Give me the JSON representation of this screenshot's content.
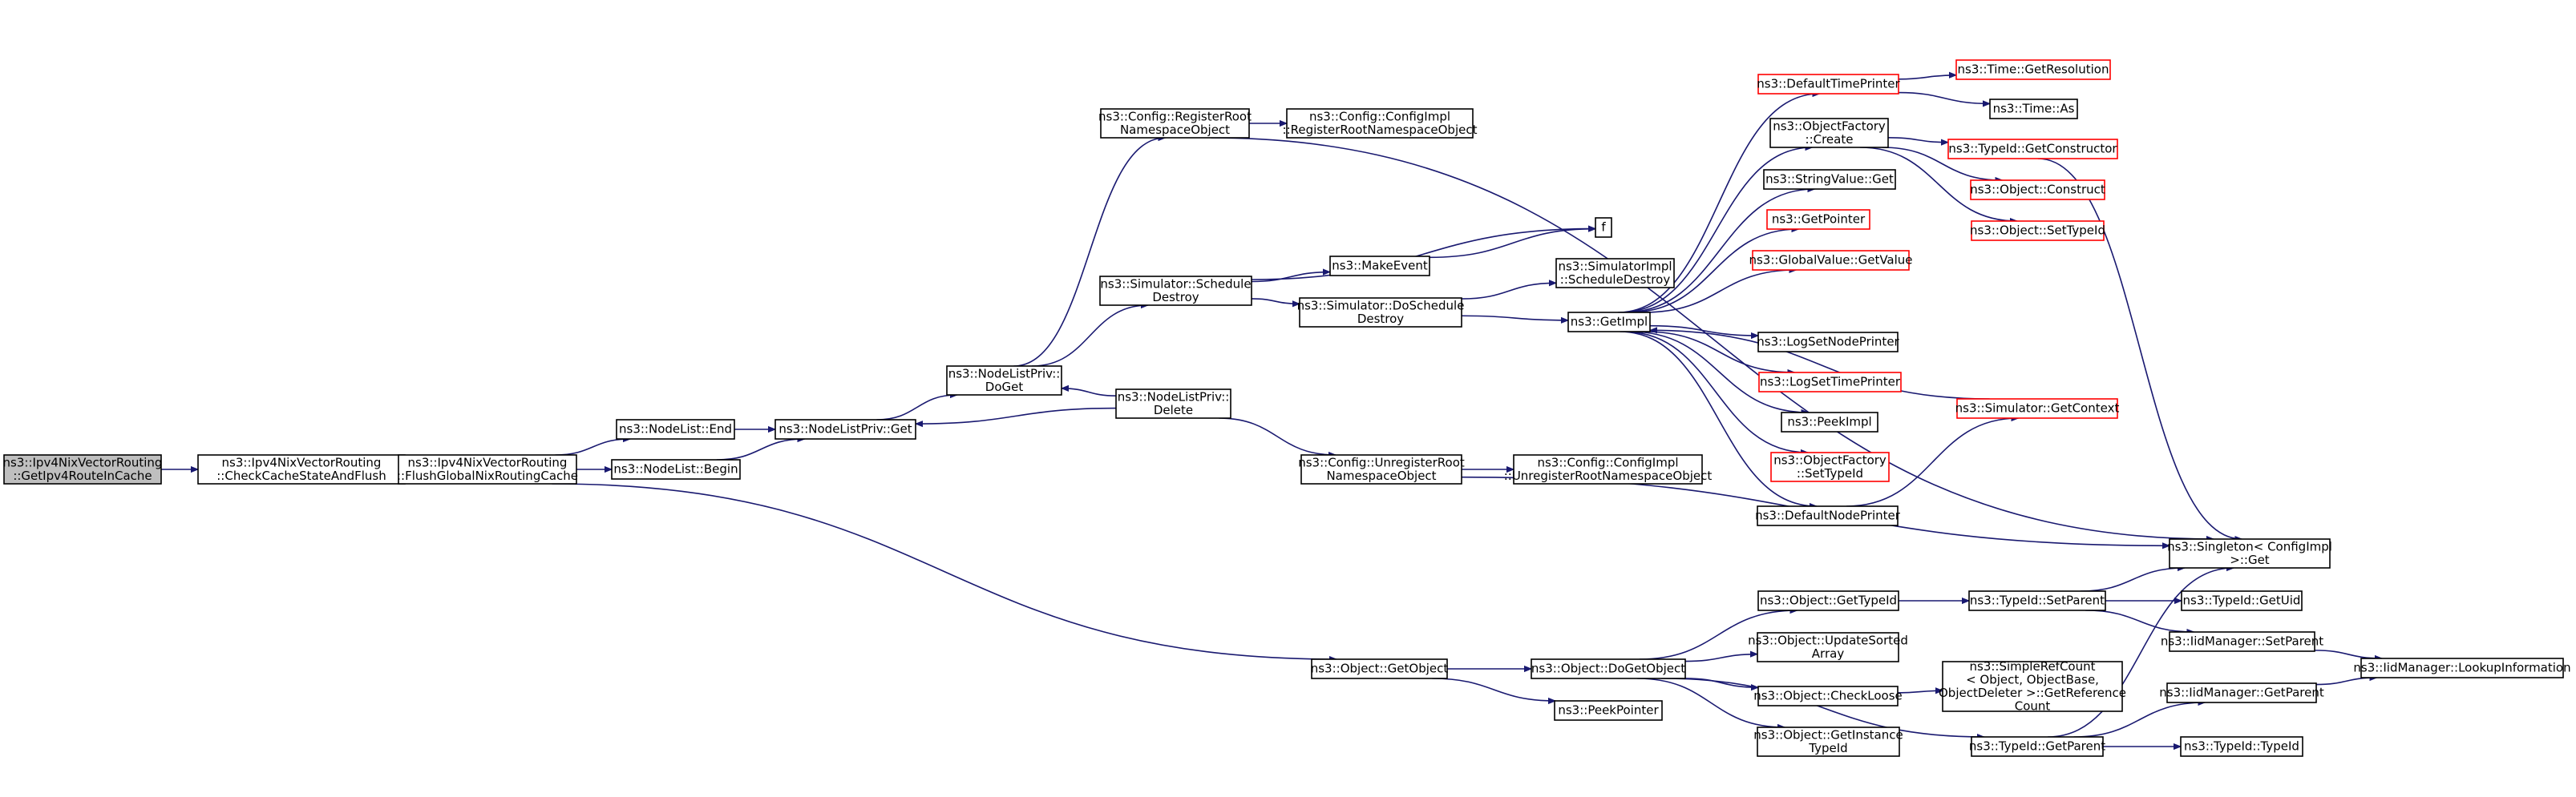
{
  "colors": {
    "edge": "#191970",
    "node_border": "#000000",
    "node_border_external": "#ff0000",
    "node_fill": "#ffffff",
    "root_fill": "#bfbfbf"
  },
  "nodes": [
    {
      "id": "root",
      "lines": [
        "ns3::Ipv4NixVectorRouting",
        "::GetIpv4RouteInCache"
      ],
      "style": "root"
    },
    {
      "id": "checkcache",
      "lines": [
        "ns3::Ipv4NixVectorRouting",
        "::CheckCacheStateAndFlush"
      ],
      "style": "normal"
    },
    {
      "id": "flush",
      "lines": [
        "ns3::Ipv4NixVectorRouting",
        "::FlushGlobalNixRoutingCache"
      ],
      "style": "normal"
    },
    {
      "id": "nl_end",
      "lines": [
        "ns3::NodeList::End"
      ],
      "style": "normal"
    },
    {
      "id": "nl_begin",
      "lines": [
        "ns3::NodeList::Begin"
      ],
      "style": "normal"
    },
    {
      "id": "nlp_get",
      "lines": [
        "ns3::NodeListPriv::Get"
      ],
      "style": "normal"
    },
    {
      "id": "nlp_doget",
      "lines": [
        "ns3::NodeListPriv::",
        "DoGet"
      ],
      "style": "normal"
    },
    {
      "id": "nlp_delete",
      "lines": [
        "ns3::NodeListPriv::",
        "Delete"
      ],
      "style": "normal"
    },
    {
      "id": "cfg_register",
      "lines": [
        "ns3::Config::RegisterRoot",
        "NamespaceObject"
      ],
      "style": "normal"
    },
    {
      "id": "cfgimpl_register",
      "lines": [
        "ns3::Config::ConfigImpl",
        "::RegisterRootNamespaceObject"
      ],
      "style": "normal"
    },
    {
      "id": "sim_schedule",
      "lines": [
        "ns3::Simulator::Schedule",
        "Destroy"
      ],
      "style": "normal"
    },
    {
      "id": "makeevent",
      "lines": [
        "ns3::MakeEvent"
      ],
      "style": "normal"
    },
    {
      "id": "f",
      "lines": [
        "f"
      ],
      "style": "normal"
    },
    {
      "id": "sim_doschedule",
      "lines": [
        "ns3::Simulator::DoSchedule",
        "Destroy"
      ],
      "style": "normal"
    },
    {
      "id": "simimpl_destroy",
      "lines": [
        "ns3::SimulatorImpl",
        "::ScheduleDestroy"
      ],
      "style": "normal"
    },
    {
      "id": "getimpl",
      "lines": [
        "ns3::GetImpl"
      ],
      "style": "normal"
    },
    {
      "id": "cfg_unregister",
      "lines": [
        "ns3::Config::UnregisterRoot",
        "NamespaceObject"
      ],
      "style": "normal"
    },
    {
      "id": "cfgimpl_unregister",
      "lines": [
        "ns3::Config::ConfigImpl",
        "::UnregisterRootNamespaceObject"
      ],
      "style": "normal"
    },
    {
      "id": "deftimeprinter",
      "lines": [
        "ns3::DefaultTimePrinter"
      ],
      "style": "external"
    },
    {
      "id": "time_getres",
      "lines": [
        "ns3::Time::GetResolution"
      ],
      "style": "external"
    },
    {
      "id": "time_as",
      "lines": [
        "ns3::Time::As"
      ],
      "style": "normal"
    },
    {
      "id": "objfactory_create",
      "lines": [
        "ns3::ObjectFactory",
        "::Create"
      ],
      "style": "normal"
    },
    {
      "id": "typeid_getctor",
      "lines": [
        "ns3::TypeId::GetConstructor"
      ],
      "style": "external"
    },
    {
      "id": "obj_construct",
      "lines": [
        "ns3::Object::Construct"
      ],
      "style": "external"
    },
    {
      "id": "obj_settypeid",
      "lines": [
        "ns3::Object::SetTypeId"
      ],
      "style": "external"
    },
    {
      "id": "stringvalue_get",
      "lines": [
        "ns3::StringValue::Get"
      ],
      "style": "normal"
    },
    {
      "id": "getpointer",
      "lines": [
        "ns3::GetPointer"
      ],
      "style": "external"
    },
    {
      "id": "globalvalue_get",
      "lines": [
        "ns3::GlobalValue::GetValue"
      ],
      "style": "external"
    },
    {
      "id": "lognodeprinter",
      "lines": [
        "ns3::LogSetNodePrinter"
      ],
      "style": "normal"
    },
    {
      "id": "logtimeprinter",
      "lines": [
        "ns3::LogSetTimePrinter"
      ],
      "style": "external"
    },
    {
      "id": "peekimpl",
      "lines": [
        "ns3::PeekImpl"
      ],
      "style": "normal"
    },
    {
      "id": "objfactory_settypeid",
      "lines": [
        "ns3::ObjectFactory",
        "::SetTypeId"
      ],
      "style": "external"
    },
    {
      "id": "defnodeprinter",
      "lines": [
        "ns3::DefaultNodePrinter"
      ],
      "style": "normal"
    },
    {
      "id": "sim_getcontext",
      "lines": [
        "ns3::Simulator::GetContext"
      ],
      "style": "external"
    },
    {
      "id": "singleton_get",
      "lines": [
        "ns3::Singleton< ConfigImpl",
        ">::Get"
      ],
      "style": "normal"
    },
    {
      "id": "obj_getobject",
      "lines": [
        "ns3::Object::GetObject"
      ],
      "style": "normal"
    },
    {
      "id": "obj_dogetobject",
      "lines": [
        "ns3::Object::DoGetObject"
      ],
      "style": "normal"
    },
    {
      "id": "peekpointer",
      "lines": [
        "ns3::PeekPointer"
      ],
      "style": "normal"
    },
    {
      "id": "obj_gettypeid",
      "lines": [
        "ns3::Object::GetTypeId"
      ],
      "style": "normal"
    },
    {
      "id": "obj_updatesorted",
      "lines": [
        "ns3::Object::UpdateSorted",
        "Array"
      ],
      "style": "normal"
    },
    {
      "id": "obj_checkloose",
      "lines": [
        "ns3::Object::CheckLoose"
      ],
      "style": "normal"
    },
    {
      "id": "obj_getinstance",
      "lines": [
        "ns3::Object::GetInstance",
        "TypeId"
      ],
      "style": "normal"
    },
    {
      "id": "simplerefcount",
      "lines": [
        "ns3::SimpleRefCount",
        "< Object, ObjectBase,",
        "ObjectDeleter >::GetReference",
        "Count"
      ],
      "style": "normal"
    },
    {
      "id": "typeid_setparent",
      "lines": [
        "ns3::TypeId::SetParent"
      ],
      "style": "normal"
    },
    {
      "id": "typeid_getparent",
      "lines": [
        "ns3::TypeId::GetParent"
      ],
      "style": "normal"
    },
    {
      "id": "typeid_getuid",
      "lines": [
        "ns3::TypeId::GetUid"
      ],
      "style": "normal"
    },
    {
      "id": "iid_setparent",
      "lines": [
        "ns3::IidManager::SetParent"
      ],
      "style": "normal"
    },
    {
      "id": "iid_getparent",
      "lines": [
        "ns3::IidManager::GetParent"
      ],
      "style": "normal"
    },
    {
      "id": "typeid_typeid",
      "lines": [
        "ns3::TypeId::TypeId"
      ],
      "style": "normal"
    },
    {
      "id": "iid_lookup",
      "lines": [
        "ns3::IidManager::LookupInformation"
      ],
      "style": "normal"
    }
  ]
}
